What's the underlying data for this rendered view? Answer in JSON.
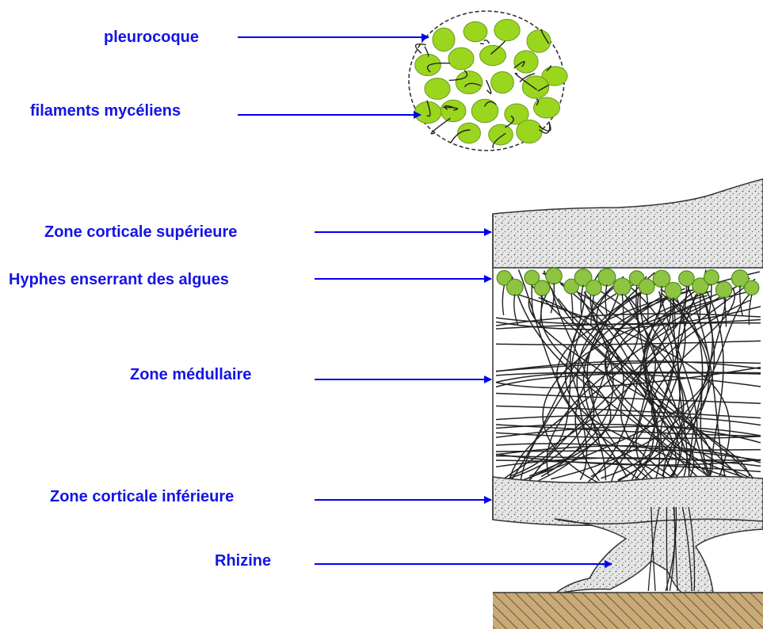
{
  "colors": {
    "label_text": "#1414e6",
    "arrow": "#0000f0",
    "algae_fill": "#9ad61e",
    "algae_dark": "#4f8c1a",
    "cortex_fill": "#e4e4e4",
    "ground_fill": "#c8a978"
  },
  "labels": {
    "pleurococcus": "pleurocoque",
    "mycelial_filaments": "filaments mycéliens",
    "upper_cortex": "Zone corticale supérieure",
    "algal_hyphae": "Hyphes enserrant des algues",
    "medulla": "Zone médullaire",
    "lower_cortex": "Zone corticale inférieure",
    "rhizine": "Rhizine"
  }
}
